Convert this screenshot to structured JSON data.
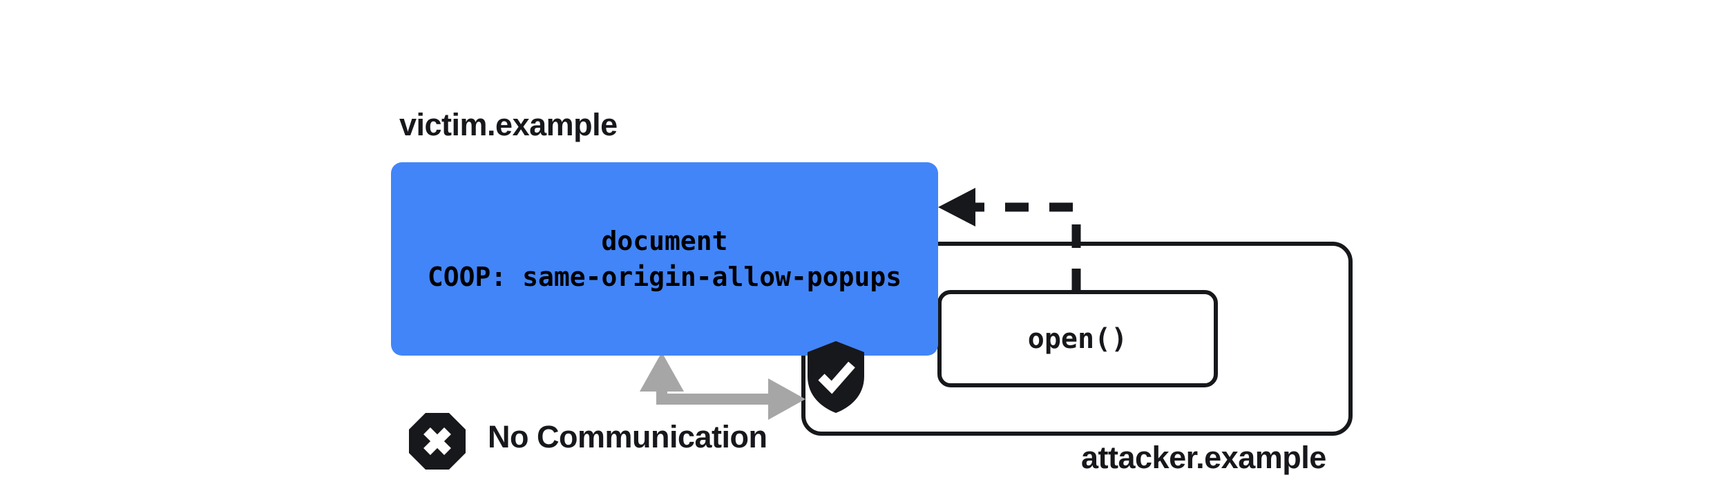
{
  "diagram": {
    "title_victim": "victim.example",
    "title_attacker": "attacker.example",
    "colors": {
      "victim_fill": "#4285f8",
      "stroke": "#17181b",
      "arrow_gray": "#a6a6a6",
      "icon_dark": "#17181b",
      "icon_glyph": "#ffffff",
      "background": "#ffffff"
    },
    "victim_box": {
      "doc_label": "document",
      "coop_label": "COOP: same-origin-allow-popups",
      "shield_icon": "shield-check-icon"
    },
    "attacker_box": {
      "open_label": "open()"
    },
    "annotations": {
      "no_communication_label": "No Communication",
      "no_communication_icon": "octagon-x-icon",
      "open_arrow_icon": "dashed-arrow-left-icon",
      "blocked_arrow_icon": "gray-bidirectional-arrow-icon"
    }
  }
}
